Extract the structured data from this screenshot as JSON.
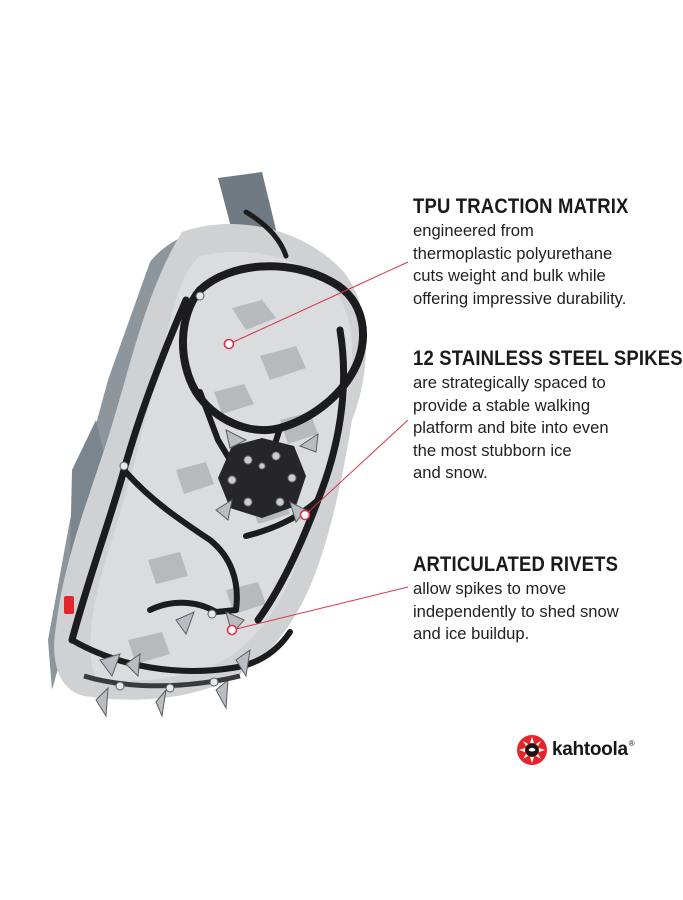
{
  "features": [
    {
      "title": "TPU TRACTION MATRIX",
      "lines": [
        "engineered from",
        "thermoplastic polyurethane",
        "cuts weight and bulk while",
        "offering impressive durability."
      ]
    },
    {
      "title": "12 STAINLESS STEEL SPIKES",
      "lines": [
        "are strategically spaced to",
        "provide a stable walking",
        "platform and bite into even",
        "the most stubborn ice",
        "and snow."
      ]
    },
    {
      "title": "ARTICULATED RIVETS",
      "lines": [
        "allow spikes to move",
        "independently to shed snow",
        "and ice buildup."
      ]
    }
  ],
  "brand": {
    "name": "kahtoola",
    "registered": "®",
    "icon": "kahtoola-logo-icon"
  },
  "colors": {
    "callout_line": "#d9344a",
    "brand_red": "#e3262b",
    "harness": "#1c1c1e",
    "sole": "#cfd1d3",
    "upper": "#8c959c"
  }
}
